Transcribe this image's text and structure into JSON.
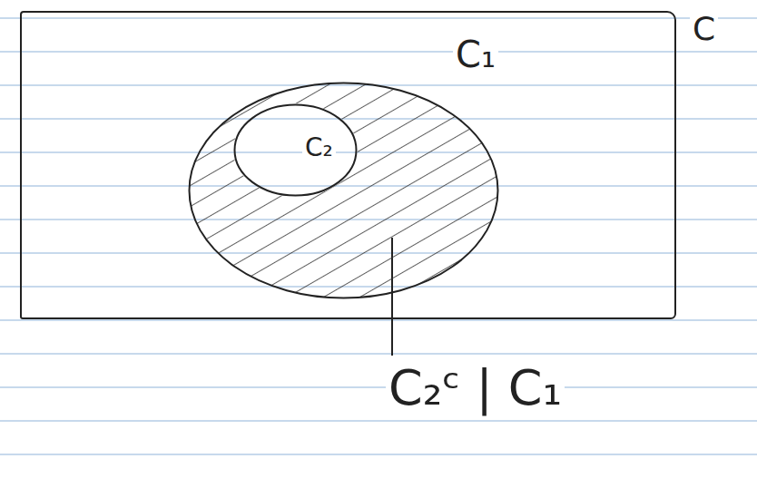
{
  "diagram": {
    "nodes": [
      {
        "text": [
          "C"
        ]
      },
      {
        "text": [
          "C₁"
        ],
        "in": 0
      },
      {
        "text": [
          "C₂"
        ],
        "in": 1
      }
    ],
    "labels": [
      "C₂ᶜ | C₁"
    ]
  }
}
